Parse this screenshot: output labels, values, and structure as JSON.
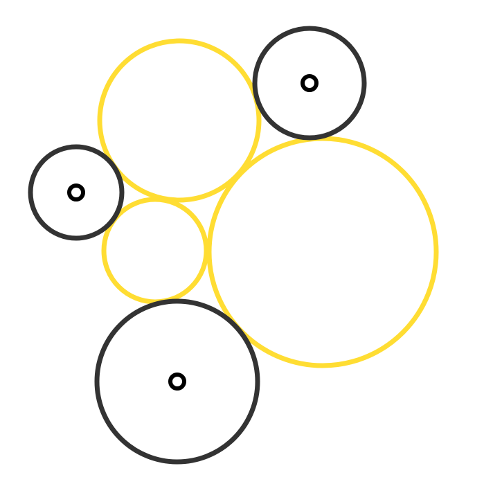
{
  "colors": {
    "background": "#ffffff",
    "yellow_circle": "#FFDD33",
    "dark_circle": "#333333",
    "center_marker": "#000000",
    "center_fill": "#ffffff"
  },
  "circles": [
    {
      "name": "yellow-circle-top",
      "color": "yellow"
    },
    {
      "name": "yellow-circle-small",
      "color": "yellow"
    },
    {
      "name": "yellow-circle-large",
      "color": "yellow"
    },
    {
      "name": "dark-circle-left",
      "color": "dark",
      "has_center_marker": true
    },
    {
      "name": "dark-circle-top-right",
      "color": "dark",
      "has_center_marker": true
    },
    {
      "name": "dark-circle-bottom",
      "color": "dark",
      "has_center_marker": true
    }
  ]
}
